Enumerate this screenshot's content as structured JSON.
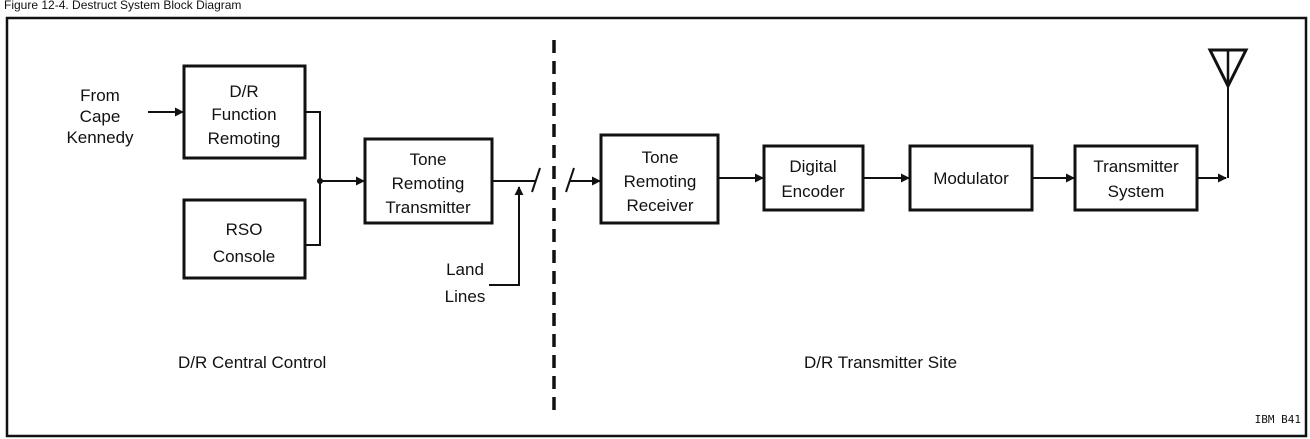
{
  "figure_header": "Figure 12-4. Destruct System Block Diagram",
  "inputs": {
    "source": [
      "From",
      "Cape",
      "Kennedy"
    ],
    "land_lines": [
      "Land",
      "Lines"
    ]
  },
  "blocks": {
    "dr_function_remoting": [
      "D/R",
      "Function",
      "Remoting"
    ],
    "rso_console": [
      "RSO",
      "Console"
    ],
    "tone_remoting_transmitter": [
      "Tone",
      "Remoting",
      "Transmitter"
    ],
    "tone_remoting_receiver": [
      "Tone",
      "Remoting",
      "Receiver"
    ],
    "digital_encoder": [
      "Digital",
      "Encoder"
    ],
    "modulator": [
      "Modulator"
    ],
    "transmitter_system": [
      "Transmitter",
      "System"
    ]
  },
  "sections": {
    "central": "D/R Central Control",
    "site": "D/R Transmitter Site"
  },
  "code": "IBM B41"
}
